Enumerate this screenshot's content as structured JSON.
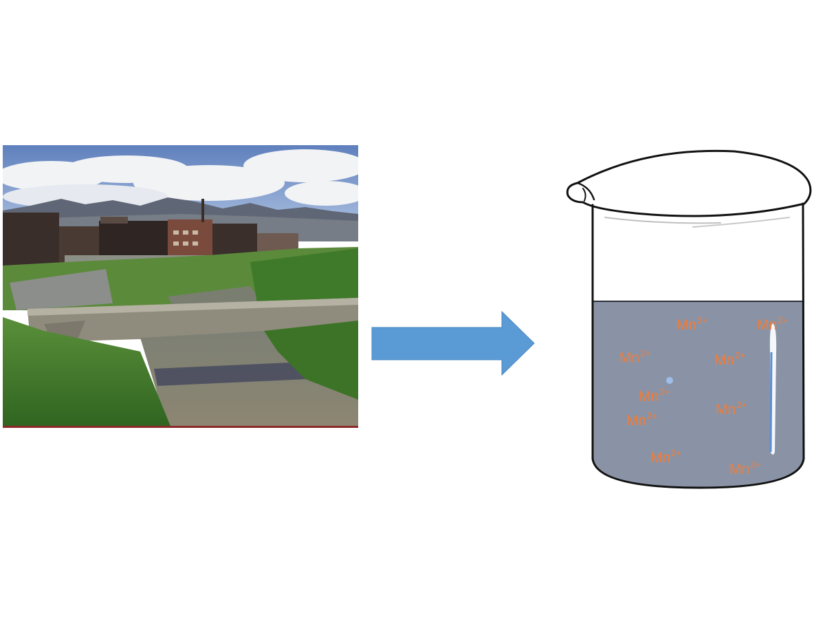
{
  "scene": {
    "subject": "river-with-weir-near-factories",
    "colors": {
      "sky": "#6f8fc4",
      "cloud": "#f1f2f4",
      "mountain": "#5e6473",
      "building": "#3b2f2c",
      "brick": "#7a4b3d",
      "grass": "#3f7a2a",
      "water": "#8f8a78"
    }
  },
  "arrow": {
    "color": "#5b9bd5",
    "direction": "right"
  },
  "beaker": {
    "liquid_color": "#8a93a5",
    "outline_color": "#111111",
    "ion_symbol": "Mn",
    "ion_charge": "2+",
    "ion_count": 9,
    "ion_color": "#f07c3a"
  }
}
